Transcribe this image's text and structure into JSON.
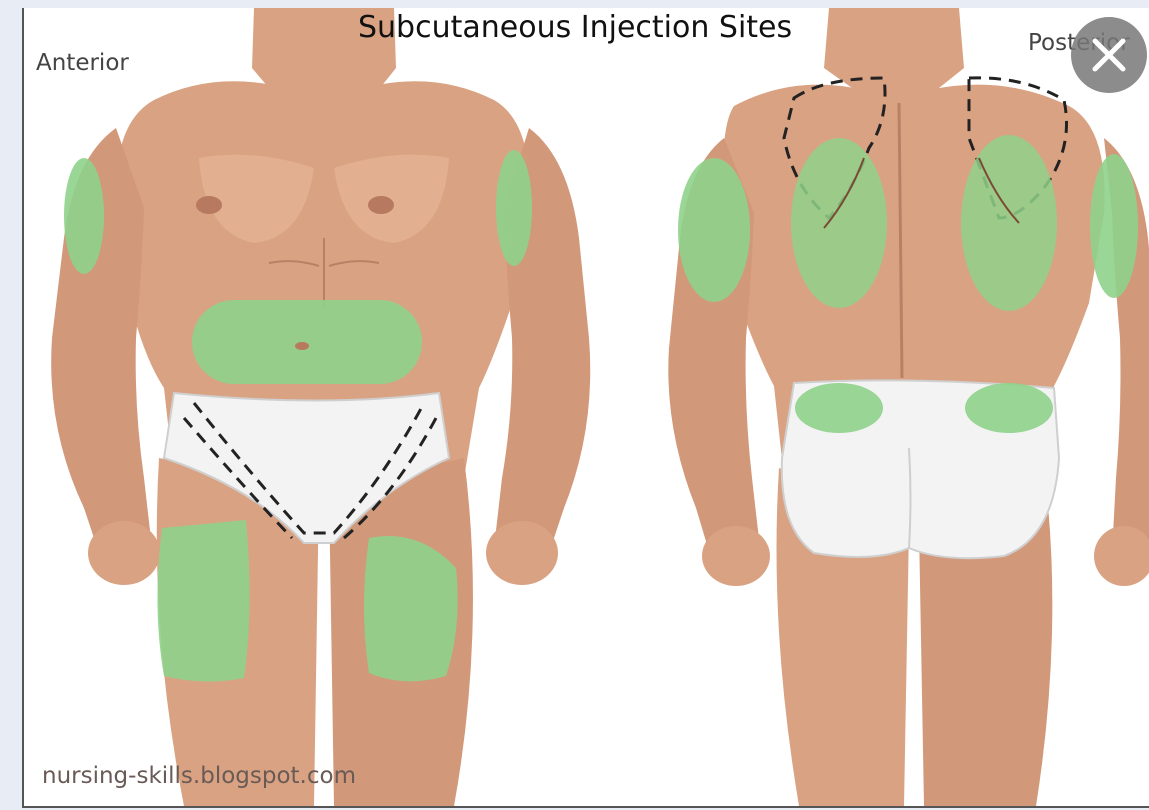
{
  "image": {
    "title": "Subcutaneous Injection Sites",
    "anterior_label": "Anterior",
    "posterior_label": "Posterior",
    "watermark": "nursing-skills.blogspot.com"
  },
  "viewer": {
    "close_icon": "close-icon"
  },
  "colors": {
    "skin": "#d9a383",
    "skin_light": "#e6b899",
    "skin_shadow": "#c88d6f",
    "injection_zone": "#8fd18b",
    "underwear": "#f3f3f3",
    "viewer_background": "#e8ecf4"
  }
}
